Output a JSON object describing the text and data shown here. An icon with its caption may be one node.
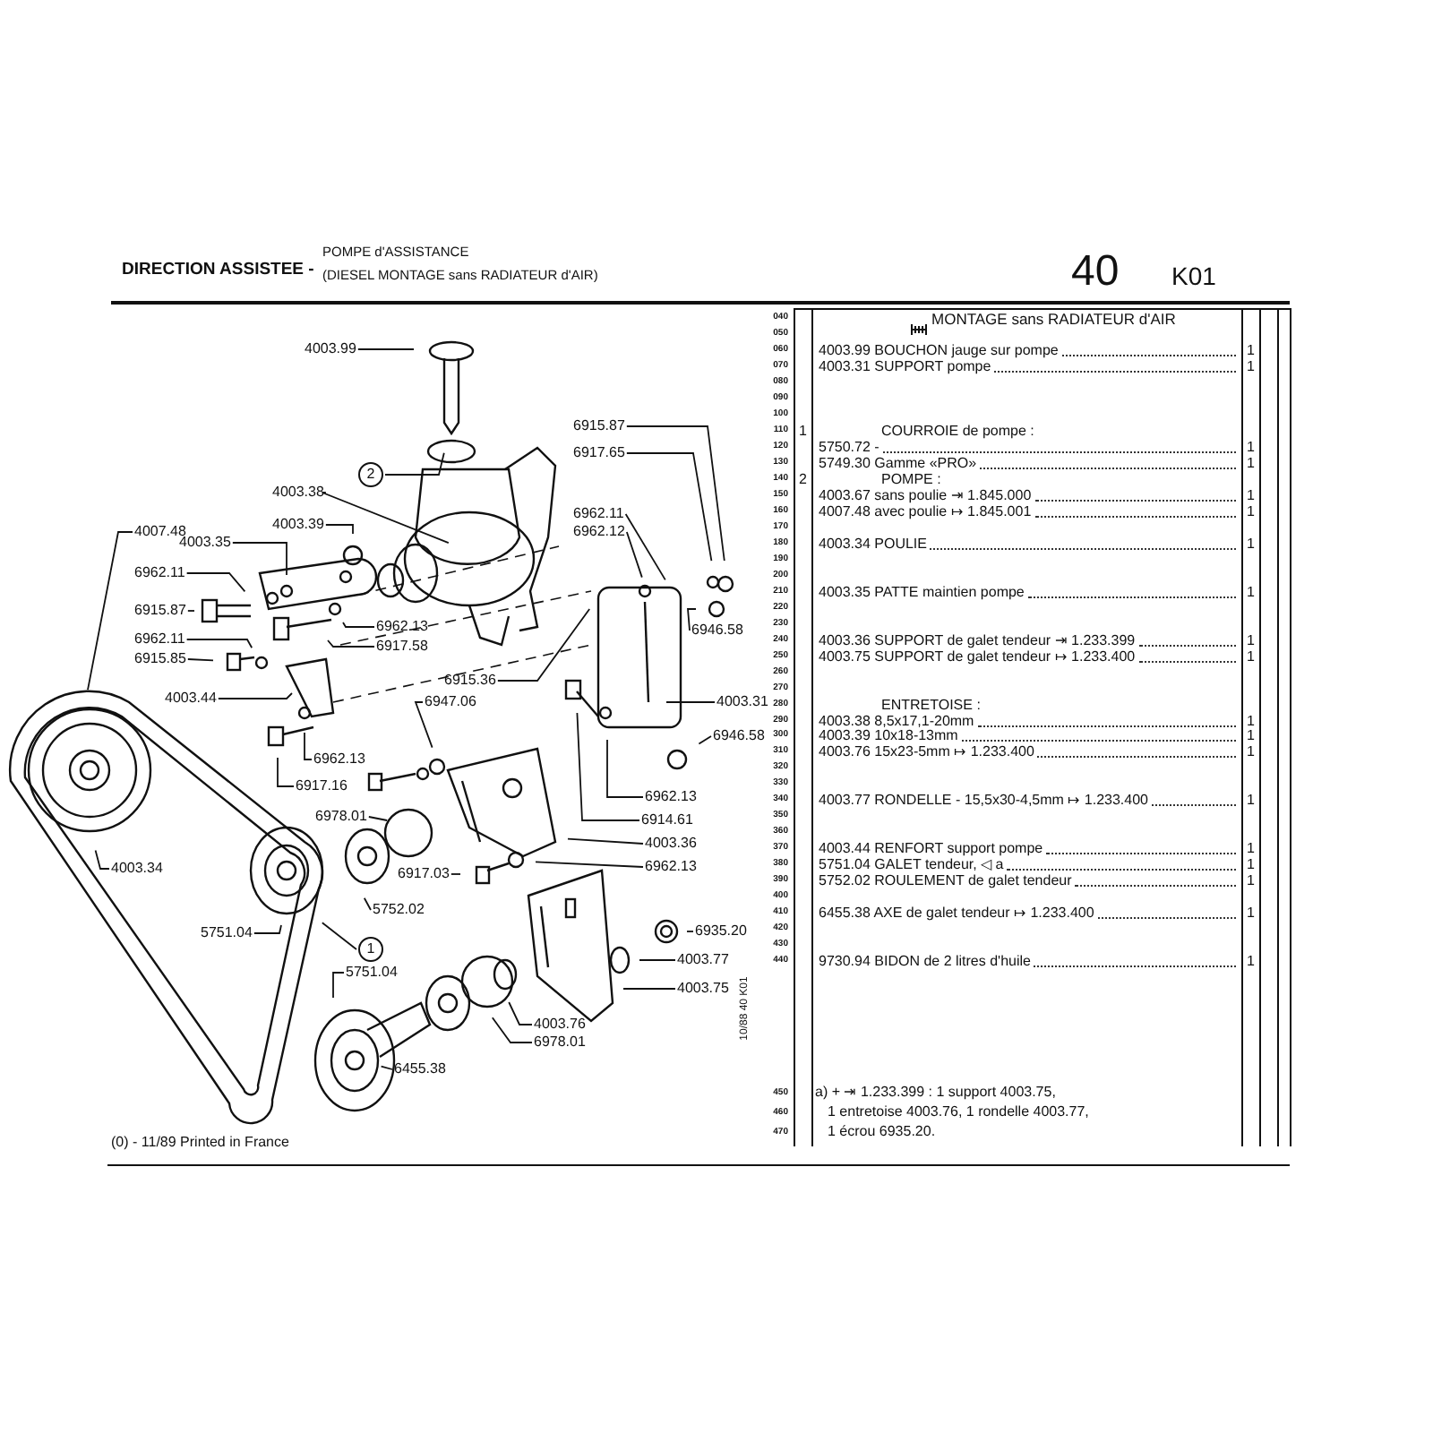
{
  "diagram": {
    "title": "DIRECTION ASSISTEE -",
    "caption": "(0) - 11/89 Printed in France",
    "nodes": [
      {
        "text": [
          "4003.99"
        ]
      },
      {
        "text": [
          "2"
        ]
      },
      {
        "text": [
          "6915.87"
        ]
      },
      {
        "text": [
          "6917.65"
        ]
      },
      {
        "text": [
          "4003.38"
        ]
      },
      {
        "text": [
          "4003.39"
        ]
      },
      {
        "text": [
          "4007.48"
        ]
      },
      {
        "text": [
          "4003.35"
        ]
      },
      {
        "text": [
          "6962.11"
        ]
      },
      {
        "text": [
          "6915.87"
        ]
      },
      {
        "text": [
          "6962.11"
        ]
      },
      {
        "text": [
          "6915.85"
        ]
      },
      {
        "text": [
          "4003.44"
        ]
      },
      {
        "text": [
          "6962.13"
        ]
      },
      {
        "text": [
          "6917.58"
        ]
      },
      {
        "text": [
          "6962.13"
        ]
      },
      {
        "text": [
          "6917.16"
        ]
      },
      {
        "text": [
          "6947.06"
        ]
      },
      {
        "text": [
          "6978.01"
        ]
      },
      {
        "text": [
          "5752.02"
        ]
      },
      {
        "text": [
          "6917.03"
        ]
      },
      {
        "text": [
          "6962.13"
        ]
      },
      {
        "text": [
          "4003.36"
        ]
      },
      {
        "text": [
          "6914.61"
        ]
      },
      {
        "text": [
          "6962.13"
        ]
      },
      {
        "text": [
          "6946.58"
        ]
      },
      {
        "text": [
          "4003.31"
        ]
      },
      {
        "text": [
          "6946.58"
        ]
      },
      {
        "text": [
          "6915.36"
        ]
      },
      {
        "text": [
          "6962.11"
        ]
      },
      {
        "text": [
          "6962.12"
        ]
      },
      {
        "text": [
          "6935.20"
        ]
      },
      {
        "text": [
          "4003.77"
        ]
      },
      {
        "text": [
          "4003.75"
        ]
      },
      {
        "text": [
          "1"
        ]
      },
      {
        "text": [
          "5751.04"
        ]
      },
      {
        "text": [
          "5751.04"
        ]
      },
      {
        "text": [
          "4003.76"
        ]
      },
      {
        "text": [
          "6978.01"
        ]
      },
      {
        "text": [
          "6455.38"
        ]
      },
      {
        "text": [
          "4003.34"
        ]
      }
    ],
    "edges": [
      {
        "from": 0,
        "to": null,
        "arrow": "none"
      },
      {
        "from": 1,
        "to": null,
        "arrow": "none"
      },
      {
        "from": 2,
        "to": null,
        "arrow": "none"
      },
      {
        "from": 3,
        "to": null,
        "arrow": "none"
      },
      {
        "from": 4,
        "to": null,
        "arrow": "none"
      },
      {
        "from": 5,
        "to": null,
        "arrow": "none"
      },
      {
        "from": 6,
        "to": null,
        "arrow": "none"
      },
      {
        "from": 7,
        "to": null,
        "arrow": "none"
      },
      {
        "from": 8,
        "to": null,
        "arrow": "none"
      },
      {
        "from": 9,
        "to": null,
        "arrow": "none"
      },
      {
        "from": 10,
        "to": null,
        "arrow": "none"
      },
      {
        "from": 11,
        "to": null,
        "arrow": "none"
      },
      {
        "from": 12,
        "to": null,
        "arrow": "none"
      },
      {
        "from": 13,
        "to": null,
        "arrow": "none"
      },
      {
        "from": 14,
        "to": null,
        "arrow": "none"
      },
      {
        "from": 15,
        "to": null,
        "arrow": "none"
      },
      {
        "from": 16,
        "to": null,
        "arrow": "none"
      },
      {
        "from": 17,
        "to": null,
        "arrow": "none"
      },
      {
        "from": 18,
        "to": null,
        "arrow": "none"
      },
      {
        "from": 19,
        "to": null,
        "arrow": "none"
      },
      {
        "from": 20,
        "to": null,
        "arrow": "none"
      },
      {
        "from": 21,
        "to": null,
        "arrow": "none"
      },
      {
        "from": 22,
        "to": null,
        "arrow": "none"
      },
      {
        "from": 23,
        "to": null,
        "arrow": "none"
      },
      {
        "from": 24,
        "to": null,
        "arrow": "none"
      },
      {
        "from": 25,
        "to": null,
        "arrow": "none"
      },
      {
        "from": 26,
        "to": null,
        "arrow": "none"
      },
      {
        "from": 27,
        "to": null,
        "arrow": "none"
      },
      {
        "from": 28,
        "to": null,
        "arrow": "none"
      },
      {
        "from": 29,
        "to": null,
        "arrow": "none"
      },
      {
        "from": 30,
        "to": null,
        "arrow": "none"
      },
      {
        "from": 31,
        "to": null,
        "arrow": "none"
      },
      {
        "from": 32,
        "to": null,
        "arrow": "none"
      },
      {
        "from": 33,
        "to": null,
        "arrow": "none"
      },
      {
        "from": 34,
        "to": null,
        "arrow": "none"
      },
      {
        "from": 35,
        "to": null,
        "arrow": "none"
      },
      {
        "from": 36,
        "to": null,
        "arrow": "none"
      },
      {
        "from": 37,
        "to": null,
        "arrow": "none"
      },
      {
        "from": 38,
        "to": null,
        "arrow": "none"
      },
      {
        "from": 39,
        "to": null,
        "arrow": "none"
      },
      {
        "from": 40,
        "to": null,
        "arrow": "none"
      }
    ],
    "labels": [
      "POMPE d'ASSISTANCE",
      "(DIESEL MONTAGE sans RADIATEUR d'AIR)",
      "40",
      "K01",
      "040",
      "050",
      "060",
      "070",
      "080",
      "090",
      "100",
      "110",
      "120",
      "130",
      "140",
      "150",
      "160",
      "170",
      "180",
      "190",
      "200",
      "210",
      "220",
      "230",
      "240",
      "250",
      "260",
      "270",
      "280",
      "290",
      "300",
      "310",
      "320",
      "330",
      "340",
      "350",
      "360",
      "370",
      "380",
      "390",
      "400",
      "410",
      "420",
      "430",
      "440",
      "450",
      "460",
      "470",
      "MONTAGE sans RADIATEUR d'AIR",
      "4003.99 BOUCHON jauge sur pompe",
      "1",
      "4003.31 SUPPORT pompe",
      "1",
      "1",
      "COURROIE de pompe :",
      "5750.72 -",
      "1",
      "5749.30 Gamme «PRO»",
      "1",
      "2",
      "POMPE :",
      "4003.67 sans poulie ⇥ 1.845.000",
      "1",
      "4007.48 avec poulie ↦ 1.845.001",
      "1",
      "4003.34 POULIE",
      "1",
      "4003.35 PATTE maintien pompe",
      "1",
      "4003.36 SUPPORT de galet tendeur ⇥ 1.233.399",
      "1",
      "4003.75 SUPPORT de galet tendeur ↦ 1.233.400",
      "1",
      "ENTRETOISE :",
      "4003.38 8,5x17,1-20mm",
      "1",
      "4003.39 10x18-13mm",
      "1",
      "4003.76 15x23-5mm ↦ 1.233.400",
      "1",
      "4003.77 RONDELLE - 15,5x30-4,5mm ↦ 1.233.400",
      "1",
      "4003.44 RENFORT support pompe",
      "1",
      "5751.04 GALET tendeur, ◁ a",
      "1",
      "5752.02 ROULEMENT de galet tendeur",
      "1",
      "6455.38 AXE de galet tendeur ↦ 1.233.400",
      "1",
      "9730.94 BIDON de 2 litres d'huile",
      "1",
      "a) + ⇥ 1.233.399 : 1 support 4003.75,",
      "1 entretoise 4003.76, 1 rondelle 4003.77,",
      "1 écrou 6935.20.",
      "10/88 40 K01"
    ]
  }
}
